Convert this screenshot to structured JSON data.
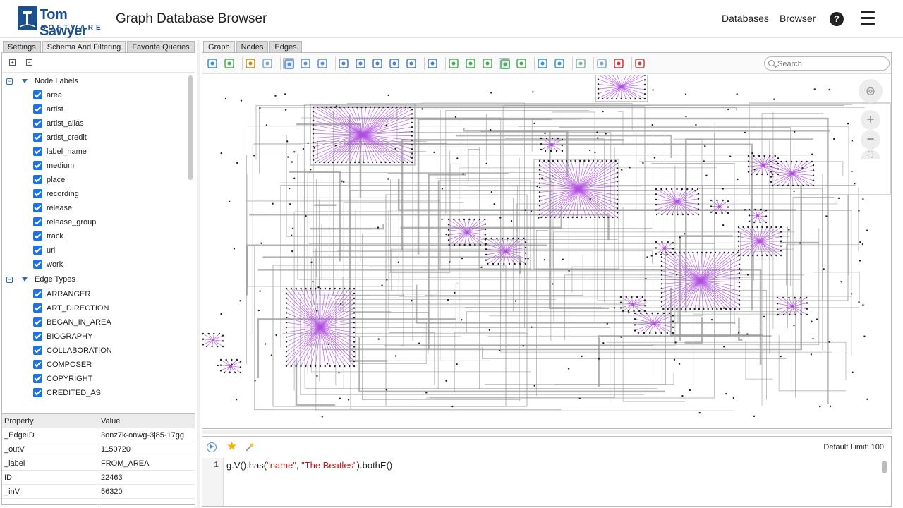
{
  "header": {
    "logo_line1": "Tom Sawyer",
    "logo_line2": "SOFTWARE",
    "title": "Graph Database Browser",
    "nav": [
      "Databases",
      "Browser"
    ],
    "help_label": "?"
  },
  "left_tabs": [
    {
      "label": "Settings",
      "active": false
    },
    {
      "label": "Schema And Filtering",
      "active": true
    },
    {
      "label": "Favorite Queries",
      "active": false
    }
  ],
  "tree": {
    "expand_all": "+",
    "collapse_all": "−",
    "node_labels_group": "Node Labels",
    "node_labels": [
      "area",
      "artist",
      "artist_alias",
      "artist_credit",
      "label_name",
      "medium",
      "place",
      "recording",
      "release",
      "release_group",
      "track",
      "url",
      "work"
    ],
    "edge_types_group": "Edge Types",
    "edge_types": [
      "ARRANGER",
      "ART_DIRECTION",
      "BEGAN_IN_AREA",
      "BIOGRAPHY",
      "COLLABORATION",
      "COMPOSER",
      "COPYRIGHT",
      "CREDITED_AS"
    ]
  },
  "properties": {
    "headers": [
      "Property",
      "Value"
    ],
    "rows": [
      [
        "_EdgeID",
        "3onz7k-onwg-3j85-17gg"
      ],
      [
        "_outV",
        "1150720"
      ],
      [
        "_label",
        "FROM_AREA"
      ],
      [
        "ID",
        "22463"
      ],
      [
        "_inV",
        "56320"
      ]
    ]
  },
  "right_tabs": [
    {
      "label": "Graph",
      "active": true
    },
    {
      "label": "Nodes",
      "active": false
    },
    {
      "label": "Edges",
      "active": false
    }
  ],
  "toolbar": {
    "search_placeholder": "Search"
  },
  "graph_colors": {
    "edge": "#9a9a9a",
    "node": "#222222",
    "highlight": "#b04de0"
  },
  "query": {
    "default_limit": "Default Limit: 100",
    "line_number": "1",
    "code_prefix": "g.V().has(",
    "code_arg1": "\"name\"",
    "code_sep": ", ",
    "code_arg2": "\"The Beatles\"",
    "code_suffix": ").bothE()"
  }
}
